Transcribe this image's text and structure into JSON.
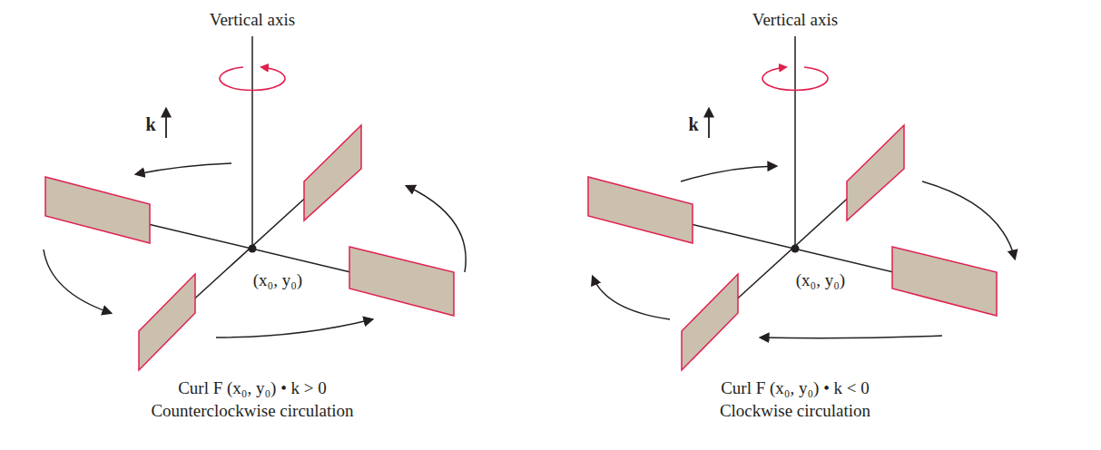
{
  "diagram": {
    "labels": [
      "Vertical axis",
      "k",
      "(x₀, y₀)",
      "Curl F (x₀, y₀) • k > 0",
      "Counterclockwise circulation",
      "Vertical axis",
      "k",
      "(x₀, y₀)",
      "Curl F (x₀, y₀) • k < 0",
      "Clockwise circulation"
    ]
  }
}
